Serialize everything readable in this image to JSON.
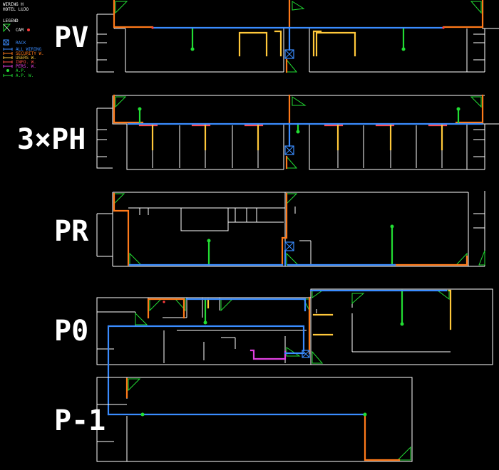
{
  "header": {
    "line1": "WIRING H",
    "line2": "HOTEL LUJO"
  },
  "legend": {
    "title": "LEGEND",
    "items": [
      {
        "label": "CAM",
        "icon": "camera-icon",
        "color": "#ff3b3b"
      },
      {
        "label": "RACK",
        "icon": "rack-icon",
        "color": "#3a8cff"
      },
      {
        "label": "ALL WIRING",
        "icon": "wire-line-icon",
        "color": "#3a8cff"
      },
      {
        "label": "SECURITY W.",
        "icon": "wire-line-icon",
        "color": "#ff7a1a"
      },
      {
        "label": "USERS W.",
        "icon": "wire-line-icon",
        "color": "#ffc83a"
      },
      {
        "label": "INFO. W.",
        "icon": "wire-line-icon",
        "color": "#ff4a4a"
      },
      {
        "label": "PERS. W.",
        "icon": "wire-line-icon",
        "color": "#e040e0"
      },
      {
        "label": "A.P.",
        "icon": "access-point-icon",
        "color": "#22dd33"
      },
      {
        "label": "A.P. W.",
        "icon": "wire-line-icon",
        "color": "#22dd33"
      }
    ]
  },
  "floors": [
    {
      "id": "pv",
      "label": "PV"
    },
    {
      "id": "ph",
      "label": "3×PH"
    },
    {
      "id": "pr",
      "label": "PR"
    },
    {
      "id": "p0",
      "label": "P0"
    },
    {
      "id": "pm1",
      "label": "P-1"
    }
  ],
  "colors": {
    "background": "#000000",
    "walls": "#ffffff",
    "all_wiring": "#3a8cff",
    "security": "#ff7a1a",
    "users": "#ffc83a",
    "info": "#ff4a4a",
    "personal": "#e040e0",
    "access_point": "#22dd33"
  }
}
